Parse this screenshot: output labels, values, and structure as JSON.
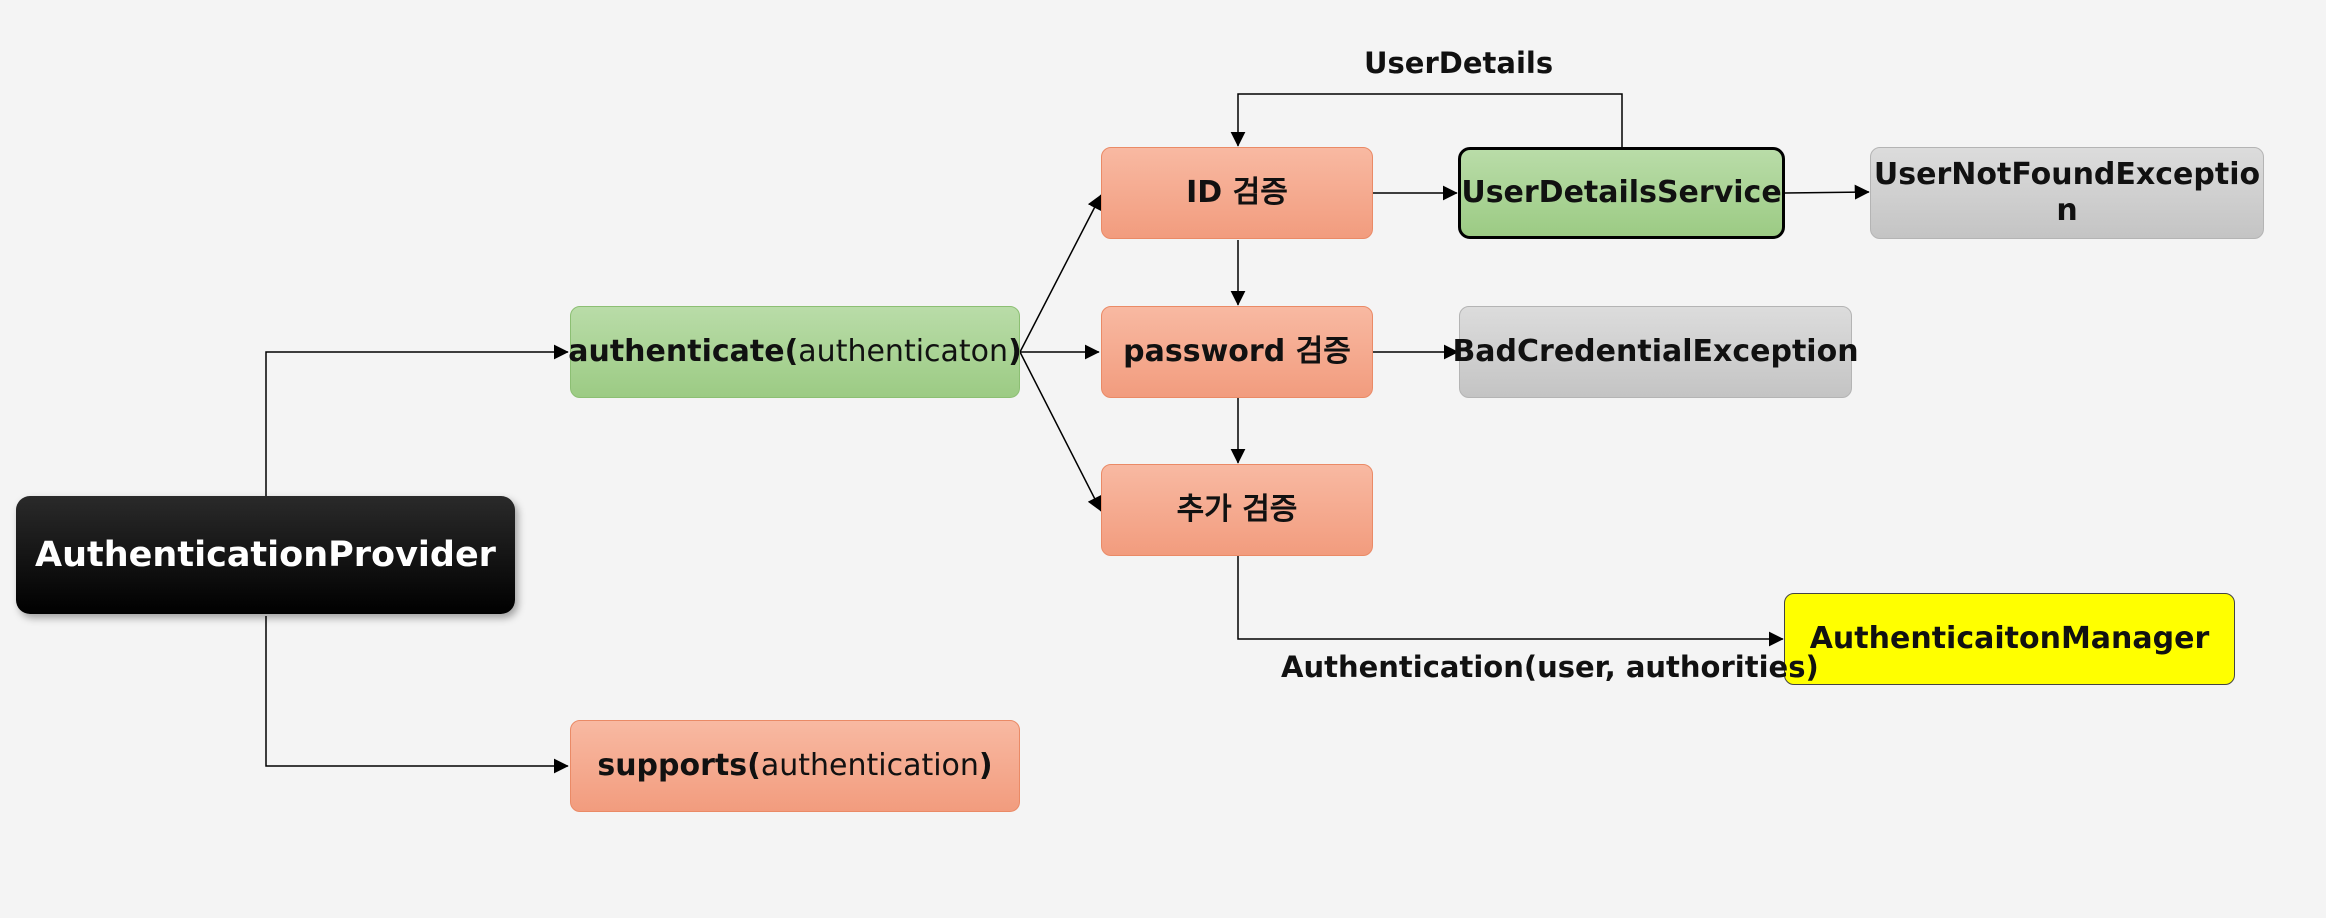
{
  "nodes": {
    "provider": "AuthenticationProvider",
    "authenticate_name": "authenticate(",
    "authenticate_arg": "authenticaton",
    "authenticate_close": ")",
    "supports_name": "supports(",
    "supports_arg": "authentication",
    "supports_close": ")",
    "id_check": "ID 검증",
    "password_check": "password 검증",
    "extra_check": "추가 검증",
    "user_details_service": "UserDetailsService",
    "user_not_found_line1": "UserNotFoundExceptio",
    "user_not_found_line2": "n",
    "bad_credential": "BadCredentialException",
    "manager": "AuthenticaitonManager"
  },
  "edge_labels": {
    "user_details": "UserDetails",
    "authentication_result": "Authentication(user, authorities)"
  },
  "colors": {
    "background": "#f4f4f4",
    "orange": "#f29c7e",
    "green": "#9ccb84",
    "gray": "#c4c4c4",
    "black": "#000000",
    "yellow": "#ffff00"
  }
}
